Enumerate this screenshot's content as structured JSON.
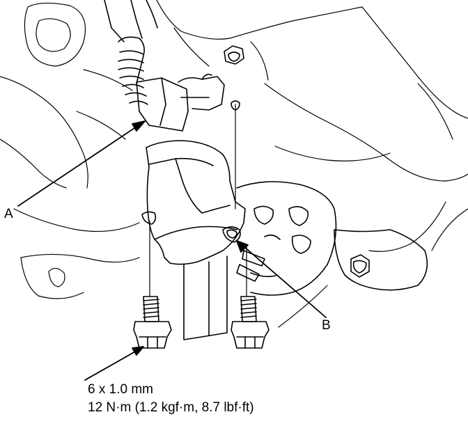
{
  "callouts": {
    "a": "A",
    "b": "B"
  },
  "fastener_spec": {
    "size": "6 x 1.0 mm",
    "torque": "12 N·m (1.2 kgf·m, 8.7 lbf·ft)"
  },
  "colors": {
    "line": "#000000",
    "background": "#ffffff"
  }
}
